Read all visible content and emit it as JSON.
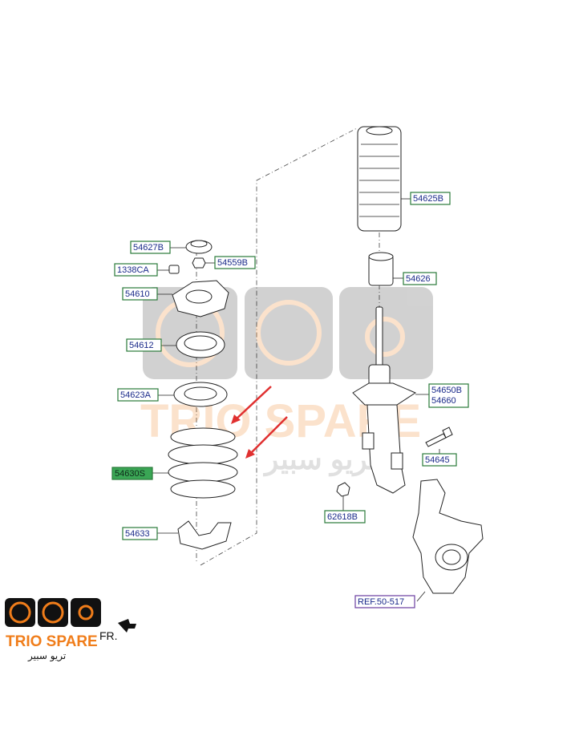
{
  "parts": {
    "p54625B": "54625B",
    "p54627B": "54627B",
    "p54559B": "54559B",
    "p1338CA": "1338CA",
    "p54626": "54626",
    "p54610": "54610",
    "p54612": "54612",
    "p54623A": "54623A",
    "p54650B": "54650B",
    "p54660": "54660",
    "p54645": "54645",
    "p54630S": "54630S",
    "p62618B": "62618B",
    "p54633": "54633",
    "ref": "REF.50-517"
  },
  "direction_label": "FR.",
  "logo": {
    "brand": "TRIO SPARE",
    "arabic": "تريو سبير"
  },
  "watermark": {
    "brand": "TRIO SPARE",
    "arabic": "تريو سبير"
  },
  "colors": {
    "label_border": "#2a7a3a",
    "label_text": "#1a2a8a",
    "highlight": "#3aa655",
    "arrow": "#e03030",
    "logo_orange": "#f07d1a"
  }
}
